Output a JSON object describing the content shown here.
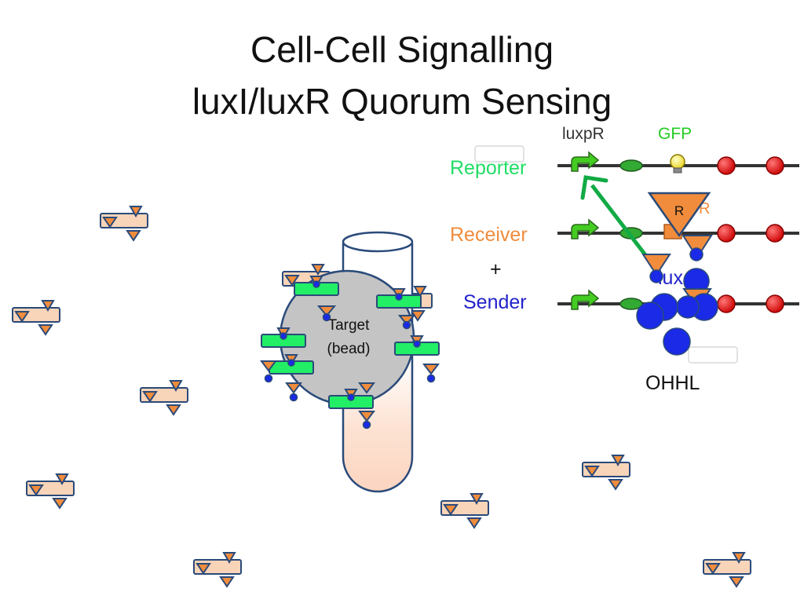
{
  "title": {
    "line1": "Cell-Cell Signalling",
    "line2": "luxI/luxR Quorum Sensing"
  },
  "labels": {
    "reporter": "Reporter",
    "receiver": "Receiver",
    "plus": "+",
    "sender": "Sender",
    "luxpR": "luxpR",
    "gfp": "GFP",
    "r_box": "R",
    "luxi_partial": "lux",
    "ohhl": "OHHL",
    "target_line1": "Target",
    "target_line2": "(bead)"
  },
  "colors": {
    "reporter": "#22dd66",
    "receiver": "#f08c3c",
    "sender": "#2222cc",
    "gfp": "#22cc22",
    "ohhl_dot": "#1a2ae6",
    "arrow": "#11aa44",
    "bead": "#c4c4c4",
    "tube_fill": "#fde6d8",
    "cell_fill": "#f8d4b8",
    "cell_on": "#22ee66"
  }
}
